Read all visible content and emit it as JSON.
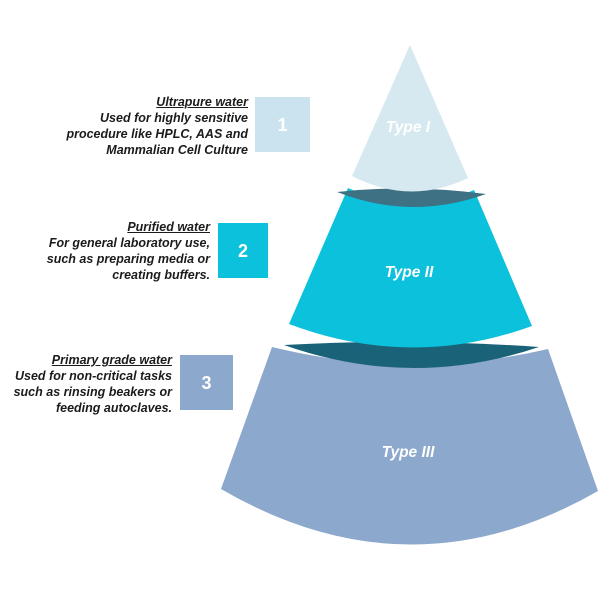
{
  "background_color": "#ffffff",
  "diagram": {
    "type": "funnel-cone",
    "levels": [
      {
        "number": "1",
        "type_label": "Type I",
        "heading": "Ultrapure water",
        "lines": [
          "Used for highly sensitive",
          "procedure like HPLC, AAS and",
          "Mammalian Cell Culture"
        ],
        "color": "#d6e9f1",
        "badge_color": "#cbe3ee"
      },
      {
        "number": "2",
        "type_label": "Type II",
        "heading": "Purified water",
        "lines": [
          "For general laboratory use,",
          "such as preparing media or",
          "creating buffers."
        ],
        "color": "#0bc1dc",
        "badge_color": "#0bc1dc"
      },
      {
        "number": "3",
        "type_label": "Type III",
        "heading": "Primary grade water",
        "lines": [
          "Used for non-critical tasks",
          "such as rinsing beakers or",
          "feeding autoclaves."
        ],
        "color": "#8ca8cc",
        "badge_color": "#8ca8cc"
      }
    ],
    "shadow_band_colors": [
      "#3d7183",
      "#1a6277"
    ],
    "text_color": "#1b1b1b",
    "label_color": "#ffffff"
  }
}
